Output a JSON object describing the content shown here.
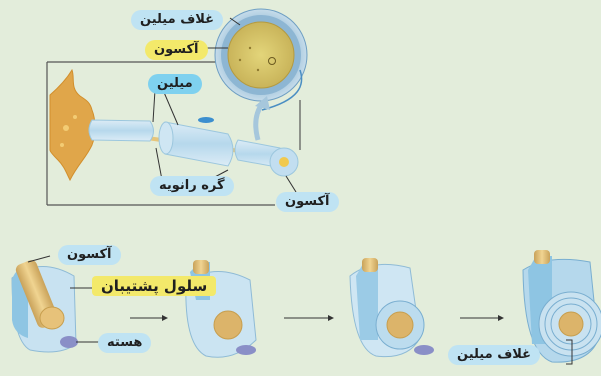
{
  "top_figure": {
    "label_sheath": "غلاف میلین",
    "label_axon_cross": "آکسون",
    "label_myelin": "میلین",
    "label_node": "گره رانویه",
    "label_axon_side": "آکسون"
  },
  "bottom_figure": {
    "label_axon": "آکسون",
    "label_support_cell": "سلول پشتیبان",
    "label_nucleus": "هسته",
    "label_sheath": "غلاف میلین"
  },
  "colors": {
    "background": "#e3eddb",
    "label_blue": "#bfe3f3",
    "label_yellow": "#f3e96a",
    "label_cyan": "#7fd1ef",
    "axon_tan": "#e0bd78",
    "myelin_blue": "#a9d6ea"
  }
}
